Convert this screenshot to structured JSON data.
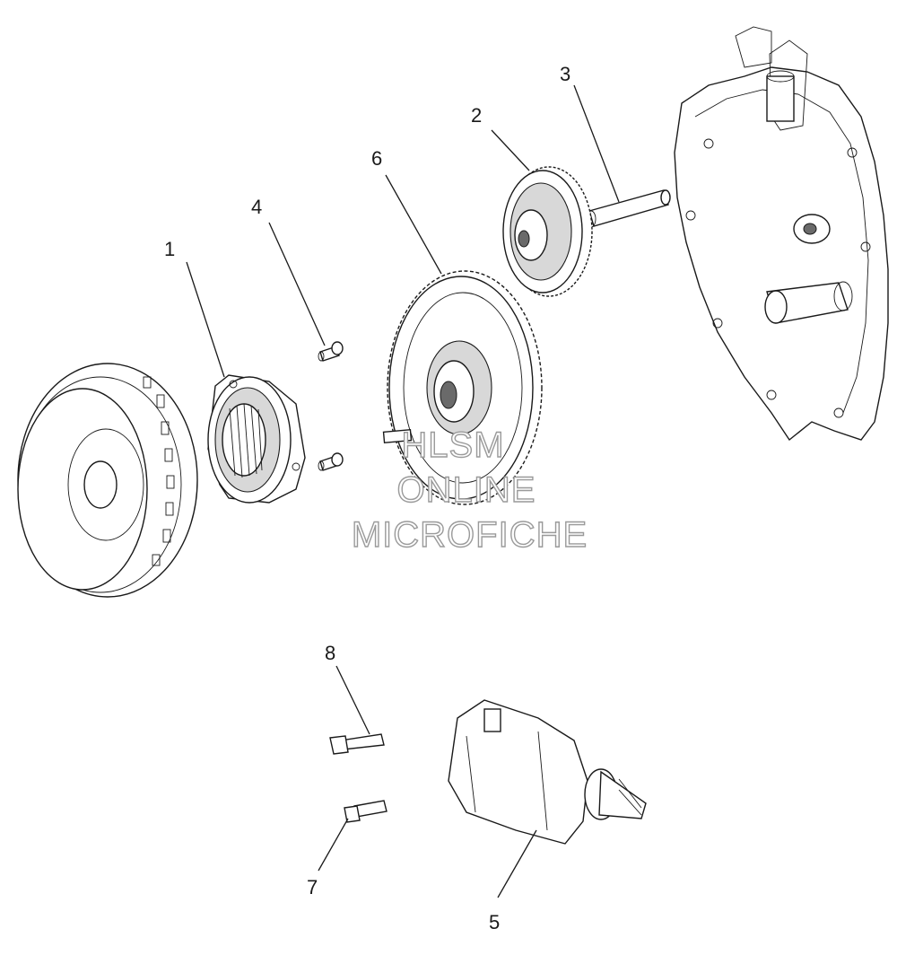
{
  "callouts": [
    {
      "id": "1",
      "label": "1"
    },
    {
      "id": "2",
      "label": "2"
    },
    {
      "id": "3",
      "label": "3"
    },
    {
      "id": "4",
      "label": "4"
    },
    {
      "id": "5",
      "label": "5"
    },
    {
      "id": "6",
      "label": "6"
    },
    {
      "id": "7",
      "label": "7"
    },
    {
      "id": "8",
      "label": "8"
    }
  ],
  "watermark": {
    "line1": "HLSM",
    "line2": "ONLINE",
    "line3": "MICROFICHE"
  }
}
